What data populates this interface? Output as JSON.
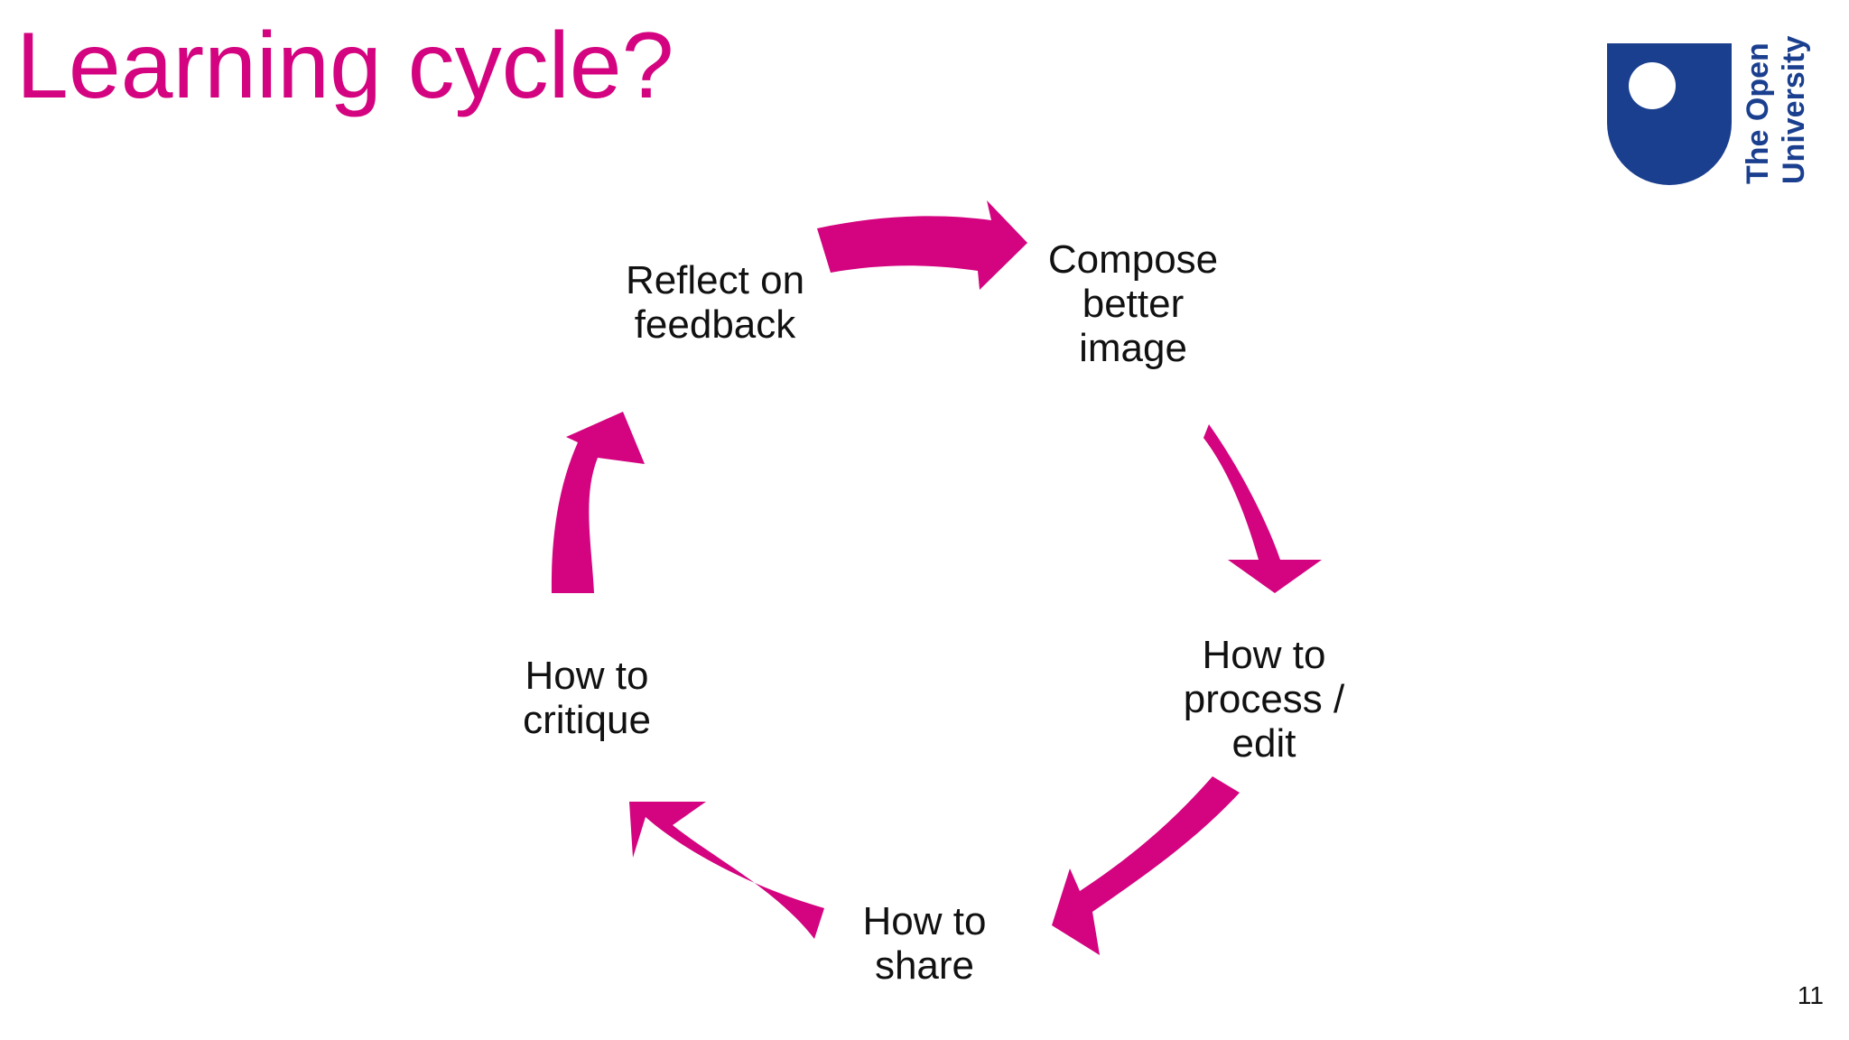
{
  "title": "Learning cycle?",
  "logo": {
    "line1": "The Open",
    "line2": "University"
  },
  "cycle": {
    "nodes": [
      {
        "label": "Reflect on\nfeedback"
      },
      {
        "label": "Compose\nbetter\nimage"
      },
      {
        "label": "How to\nprocess /\nedit"
      },
      {
        "label": "How to\nshare"
      },
      {
        "label": "How to\ncritique"
      }
    ]
  },
  "page_number": "11",
  "colors": {
    "accent": "#d4037f",
    "logo_blue": "#1b3f8f",
    "text": "#111111",
    "background": "#ffffff"
  },
  "icons": [
    "open-university-logo-icon",
    "cycle-arrow-icon"
  ]
}
